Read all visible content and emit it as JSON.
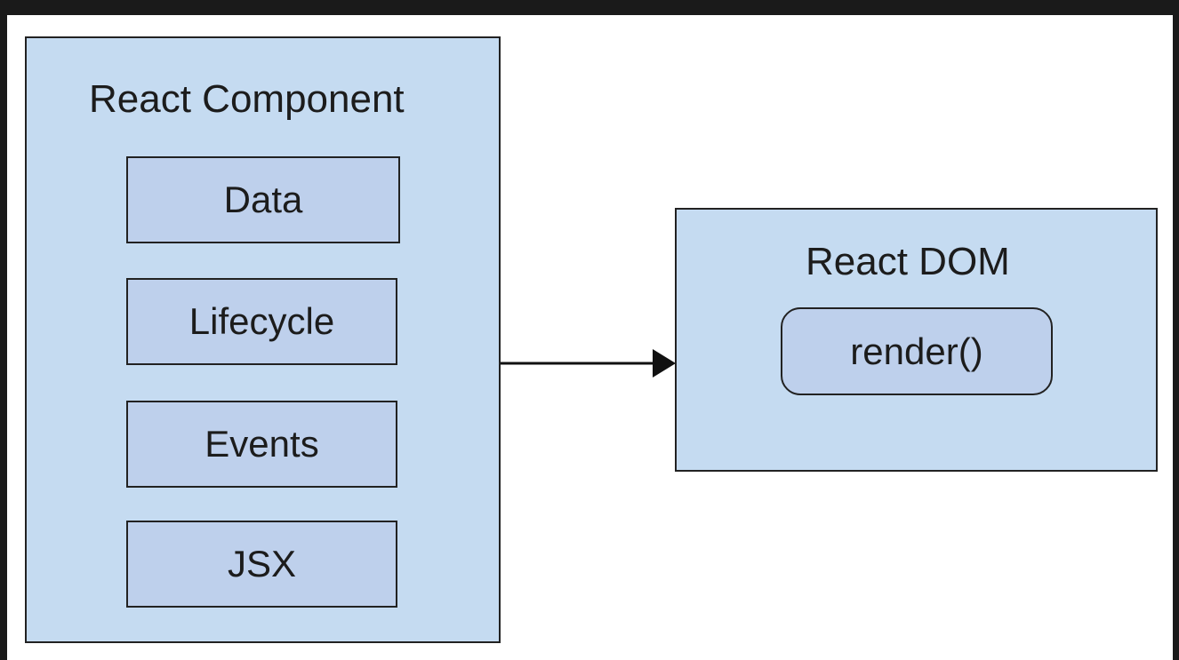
{
  "component": {
    "title": "React Component",
    "items": [
      "Data",
      "Lifecycle",
      "Events",
      "JSX"
    ]
  },
  "dom": {
    "title": "React DOM",
    "method": "render()"
  },
  "colors": {
    "outer_fill": "#c5dbf1",
    "inner_fill": "#bed0ec",
    "stroke": "#222222",
    "background": "#1a1a1a"
  }
}
